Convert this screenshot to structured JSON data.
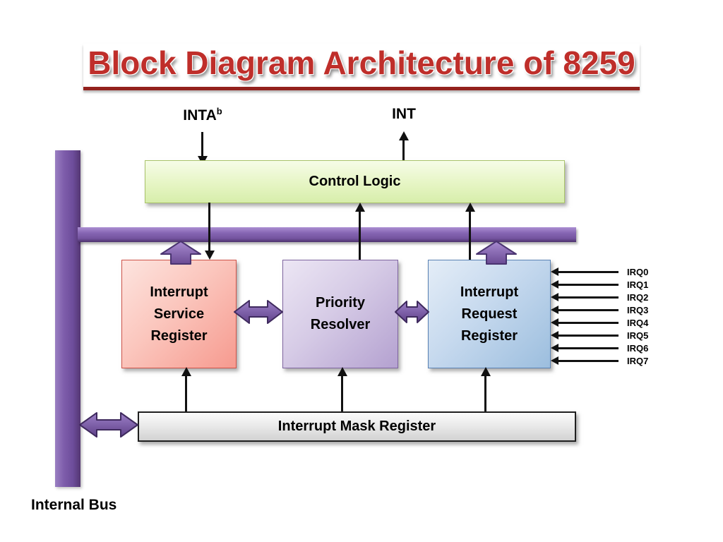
{
  "slide": {
    "title": "Block Diagram Architecture of 8259",
    "internal_bus_label": "Internal Bus"
  },
  "signals": {
    "inta_base": "INTA",
    "inta_sup": "b",
    "int": "INT"
  },
  "blocks": {
    "control_logic": "Control Logic",
    "interrupt_service_register": "Interrupt Service Register",
    "priority_resolver": "Priority Resolver",
    "interrupt_request_register": "Interrupt Request Register",
    "interrupt_mask_register": "Interrupt Mask Register"
  },
  "irq_inputs": [
    "IRQ0",
    "IRQ1",
    "IRQ2",
    "IRQ3",
    "IRQ4",
    "IRQ5",
    "IRQ6",
    "IRQ7"
  ],
  "colors": {
    "title_red": "#bf2e2a",
    "bus_purple": "#7a5aa5",
    "control_logic_fill": "#d9efad",
    "isr_fill": "#f69a8f",
    "priority_resolver_fill": "#b4a1d0",
    "irr_fill": "#9cbede",
    "imr_fill": "#d9d9d9",
    "arrow_black": "#111111"
  }
}
